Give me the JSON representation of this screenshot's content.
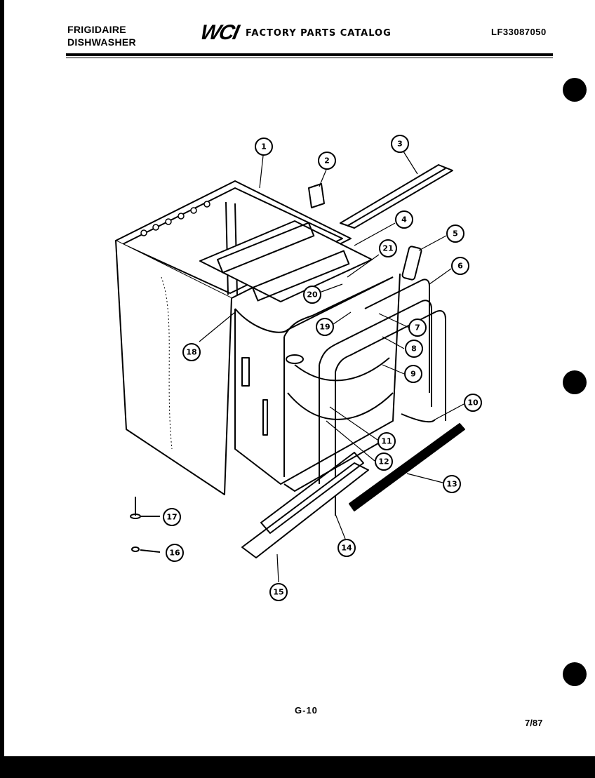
{
  "header": {
    "brand_line1": "FRIGIDAIRE",
    "brand_line2": "DISHWASHER",
    "logo_text": "WCI",
    "catalog_title": "FACTORY PARTS CATALOG",
    "model_number": "LF33087050"
  },
  "diagram": {
    "callouts": [
      "1",
      "2",
      "3",
      "4",
      "5",
      "6",
      "7",
      "8",
      "9",
      "10",
      "11",
      "12",
      "13",
      "14",
      "15",
      "16",
      "17",
      "18",
      "19",
      "20",
      "21"
    ]
  },
  "footer": {
    "page_number": "G-10",
    "date": "7/87"
  }
}
